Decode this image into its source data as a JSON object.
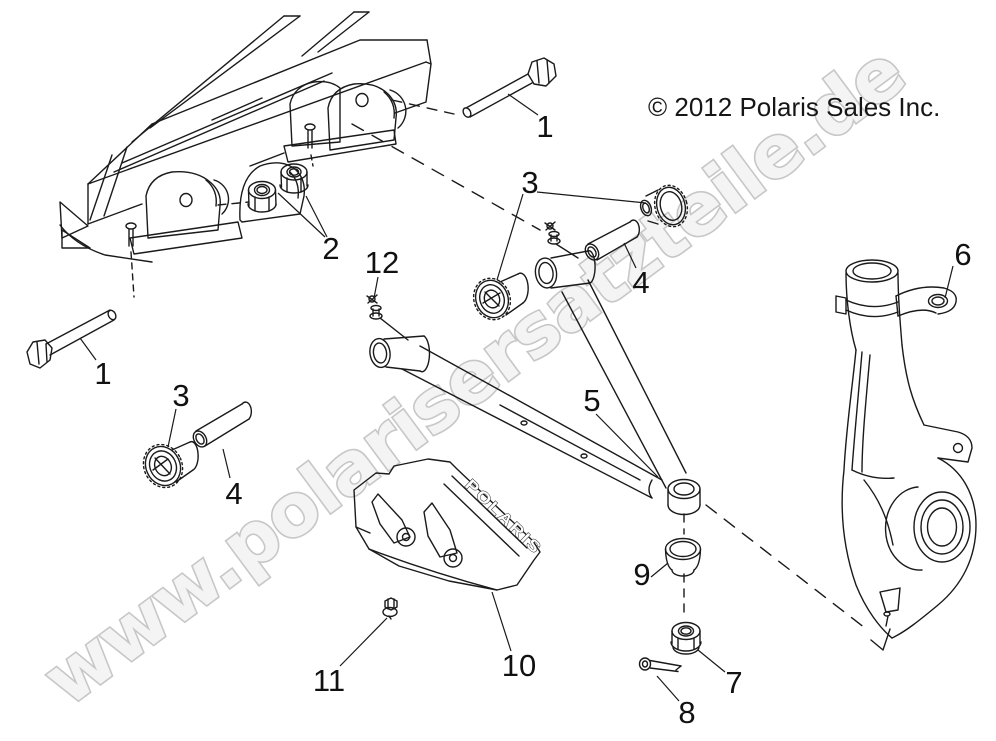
{
  "watermark_text": "www.polarisersatzteile.de",
  "copyright_text": "© 2012 Polaris Sales Inc.",
  "plate_brand_text": "POLARIS",
  "labels": {
    "n1a": "1",
    "n1b": "1",
    "n2": "2",
    "n3a": "3",
    "n3b": "3",
    "n4a": "4",
    "n4b": "4",
    "n5": "5",
    "n6": "6",
    "n7": "7",
    "n8": "8",
    "n9": "9",
    "n10": "10",
    "n11": "11",
    "n12": "12"
  },
  "colors": {
    "background": "#ffffff",
    "line": "#1a1a1a",
    "label": "#111111",
    "watermark_fill": "#f4f4f4",
    "watermark_outline": "#c7c7c7"
  }
}
